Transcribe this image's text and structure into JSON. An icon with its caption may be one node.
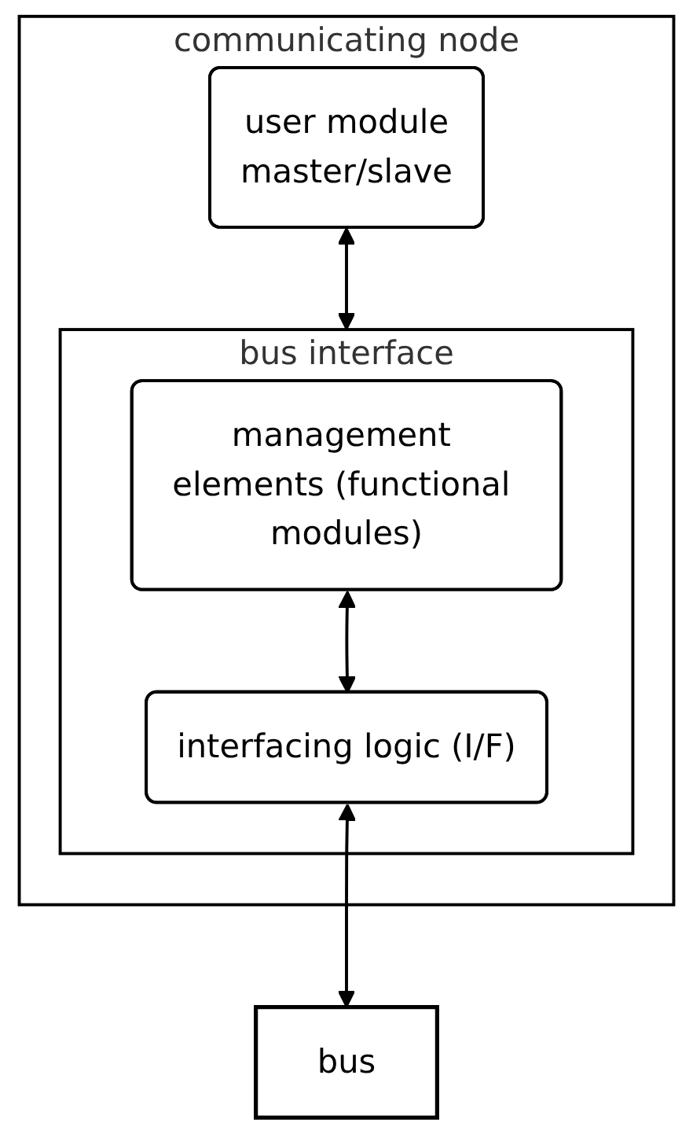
{
  "diagram": {
    "nodes": [
      {
        "text": [
          "communicating node"
        ]
      },
      {
        "text": [
          "user module",
          "master/slave"
        ],
        "in": 0
      },
      {
        "text": [
          "bus interface"
        ],
        "in": 0
      },
      {
        "text": [
          "management elements (functional modules)"
        ],
        "in": 2
      },
      {
        "text": [
          "interfacing logic (I/F)"
        ],
        "in": 2
      },
      {
        "text": [
          "bus"
        ]
      }
    ],
    "edges": [
      {
        "from": 1,
        "to": 2,
        "arrow": "both"
      },
      {
        "from": 3,
        "to": 4,
        "arrow": "both"
      },
      {
        "from": 4,
        "to": 5,
        "arrow": "both"
      }
    ]
  }
}
